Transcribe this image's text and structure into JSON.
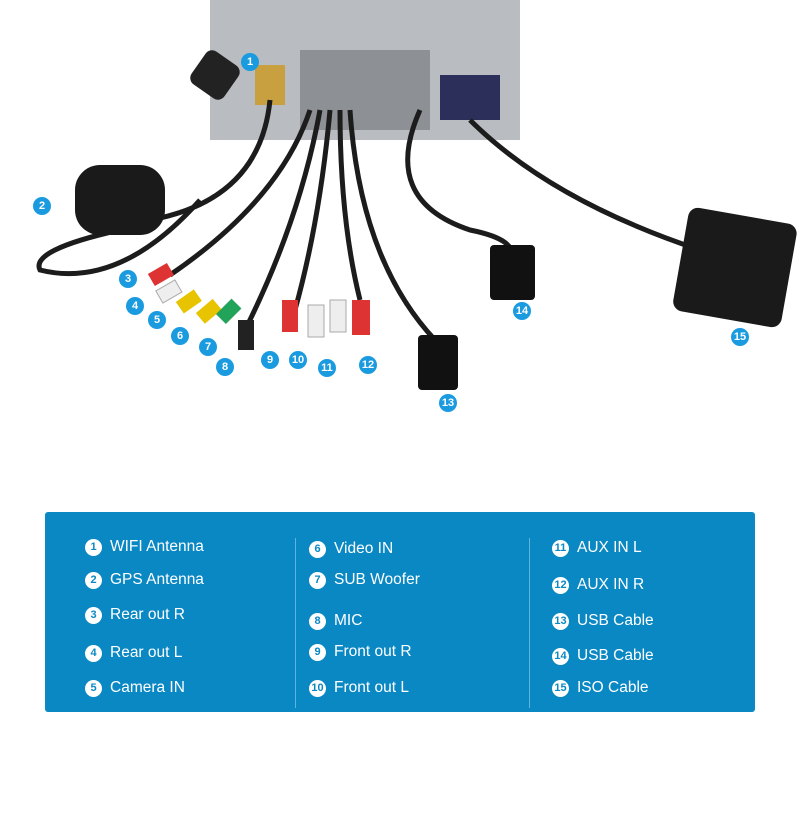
{
  "colors": {
    "panel": "#0a88c4",
    "callout": "#1a9be0"
  },
  "legend": [
    {
      "num": "1",
      "label": "WIFI Antenna"
    },
    {
      "num": "2",
      "label": "GPS Antenna"
    },
    {
      "num": "3",
      "label": "Rear out R"
    },
    {
      "num": "4",
      "label": "Rear out L"
    },
    {
      "num": "5",
      "label": "Camera IN"
    },
    {
      "num": "6",
      "label": "Video IN"
    },
    {
      "num": "7",
      "label": "SUB Woofer"
    },
    {
      "num": "8",
      "label": "MIC"
    },
    {
      "num": "9",
      "label": "Front out R"
    },
    {
      "num": "10",
      "label": "Front out L"
    },
    {
      "num": "11",
      "label": "AUX IN L"
    },
    {
      "num": "12",
      "label": "AUX IN R"
    },
    {
      "num": "13",
      "label": "USB Cable"
    },
    {
      "num": "14",
      "label": "USB Cable"
    },
    {
      "num": "15",
      "label": "ISO Cable"
    }
  ]
}
